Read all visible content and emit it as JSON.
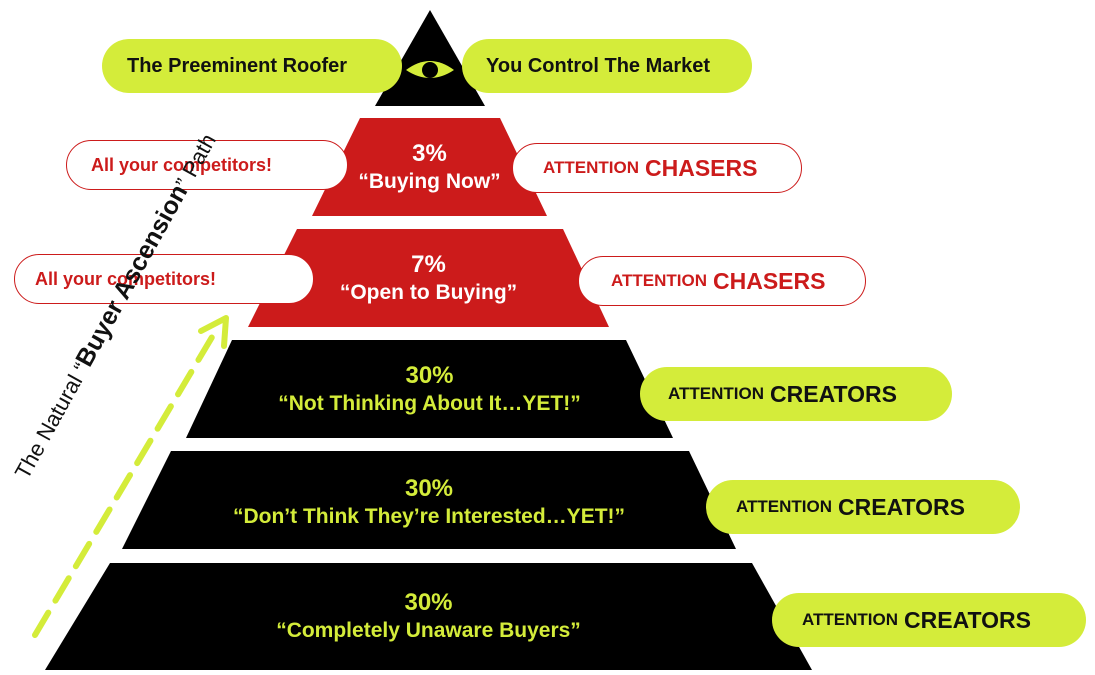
{
  "top": {
    "left_label": "The Preeminent Roofer",
    "right_label": "You Control The Market",
    "icon": "eye-icon"
  },
  "tiers": [
    {
      "percent": "3%",
      "label": "“Buying Now”",
      "side_left": "All your competitors!",
      "tag_small": "ATTENTION",
      "tag_big": "CHASERS"
    },
    {
      "percent": "7%",
      "label": "“Open to Buying”",
      "side_left": "All your competitors!",
      "tag_small": "ATTENTION",
      "tag_big": "CHASERS"
    },
    {
      "percent": "30%",
      "label": "“Not Thinking About It…YET!”",
      "tag_small": "ATTENTION",
      "tag_big": "CREATORS"
    },
    {
      "percent": "30%",
      "label": "“Don’t Think They’re Interested…YET!”",
      "tag_small": "ATTENTION",
      "tag_big": "CREATORS"
    },
    {
      "percent": "30%",
      "label": "“Completely Unaware Buyers”",
      "tag_small": "ATTENTION",
      "tag_big": "CREATORS"
    }
  ],
  "ascension": {
    "prefix": "The Natural",
    "open_quote": "“",
    "emphasis": "Buyer Ascension",
    "close_quote": "”",
    "suffix": "Path"
  },
  "colors": {
    "red": "#cc1b1b",
    "black": "#000000",
    "green": "#d4ec3a"
  }
}
